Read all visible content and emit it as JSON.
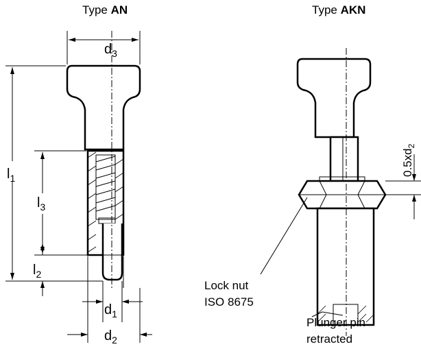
{
  "titles": {
    "an_prefix": "Type ",
    "an_bold": "AN",
    "akn_prefix": "Type ",
    "akn_bold": "AKN"
  },
  "dimensions": {
    "d3": "d",
    "d3_sub": "3",
    "l1": "l",
    "l1_sub": "1",
    "l3": "l",
    "l3_sub": "3",
    "l2": "l",
    "l2_sub": "2",
    "d1": "d",
    "d1_sub": "1",
    "d2": "d",
    "d2_sub": "2",
    "akn_dim": "0.5xd",
    "akn_dim_sub": "2"
  },
  "callouts": {
    "lock_nut_line1": "Lock nut",
    "lock_nut_line2": "ISO 8675",
    "plunger_line1": "Plunger pin",
    "plunger_line2": "retracted"
  }
}
